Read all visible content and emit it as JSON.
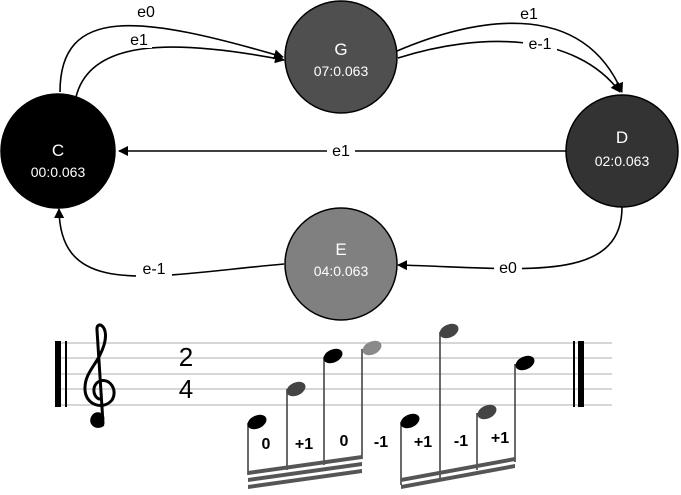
{
  "graph": {
    "nodes": {
      "c": {
        "name": "C",
        "value": "00:0.063",
        "fill": "#000000"
      },
      "g": {
        "name": "G",
        "value": "07:0.063",
        "fill": "#4f4f4f"
      },
      "d": {
        "name": "D",
        "value": "02:0.063",
        "fill": "#333333"
      },
      "e": {
        "name": "E",
        "value": "04:0.063",
        "fill": "#808080"
      }
    },
    "edges": {
      "c_g_e0": "e0",
      "c_g_e1": "e1",
      "g_d_e1": "e1",
      "g_d_em1": "e-1",
      "d_c_e1": "e1",
      "d_e_e0": "e0",
      "e_c_em1": "e-1"
    }
  },
  "score": {
    "clef": "treble-clef-icon",
    "time_signature": {
      "top": "2",
      "bottom": "4"
    },
    "intervals": [
      "0",
      "+1",
      "0",
      "-1",
      "+1",
      "-1",
      "+1"
    ],
    "note_colors": {
      "black": "#000000",
      "dark": "#444444",
      "light": "#8a8a8a"
    }
  }
}
